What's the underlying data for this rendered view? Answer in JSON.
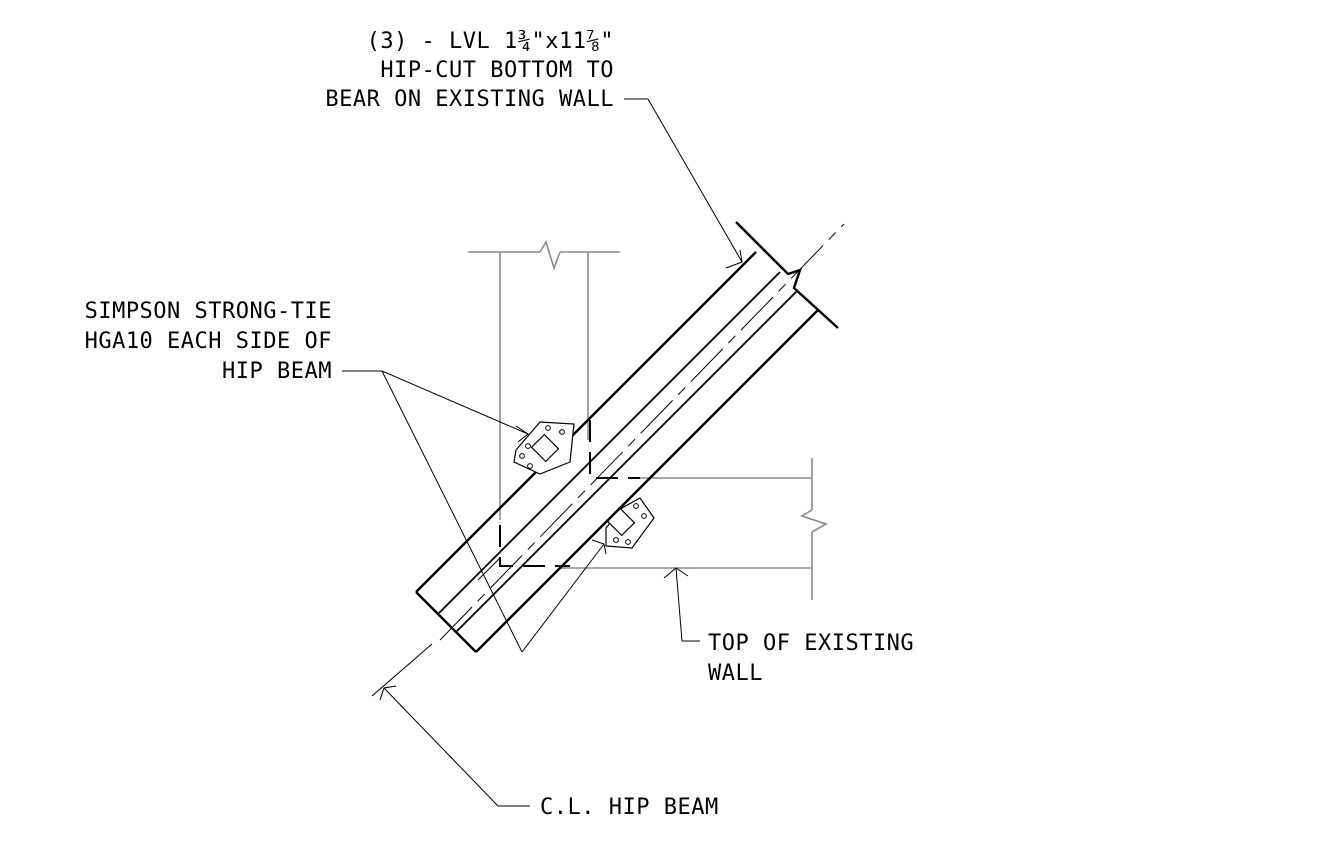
{
  "labels": {
    "beam_spec": {
      "line1": "(3) - LVL 1¾\"x11⅞\"",
      "line2": "HIP-CUT BOTTOM TO",
      "line3": "BEAR ON EXISTING WALL"
    },
    "hanger": {
      "line1": "SIMPSON STRONG-TIE",
      "line2": "HGA10 EACH SIDE OF",
      "line3": "HIP BEAM"
    },
    "wall": {
      "line1": "TOP OF EXISTING",
      "line2": "WALL"
    },
    "centerline": {
      "line1": "C.L. HIP BEAM"
    }
  },
  "colors": {
    "linework": "#000000",
    "existing_wall": "#8a8a8a",
    "background": "#ffffff"
  }
}
